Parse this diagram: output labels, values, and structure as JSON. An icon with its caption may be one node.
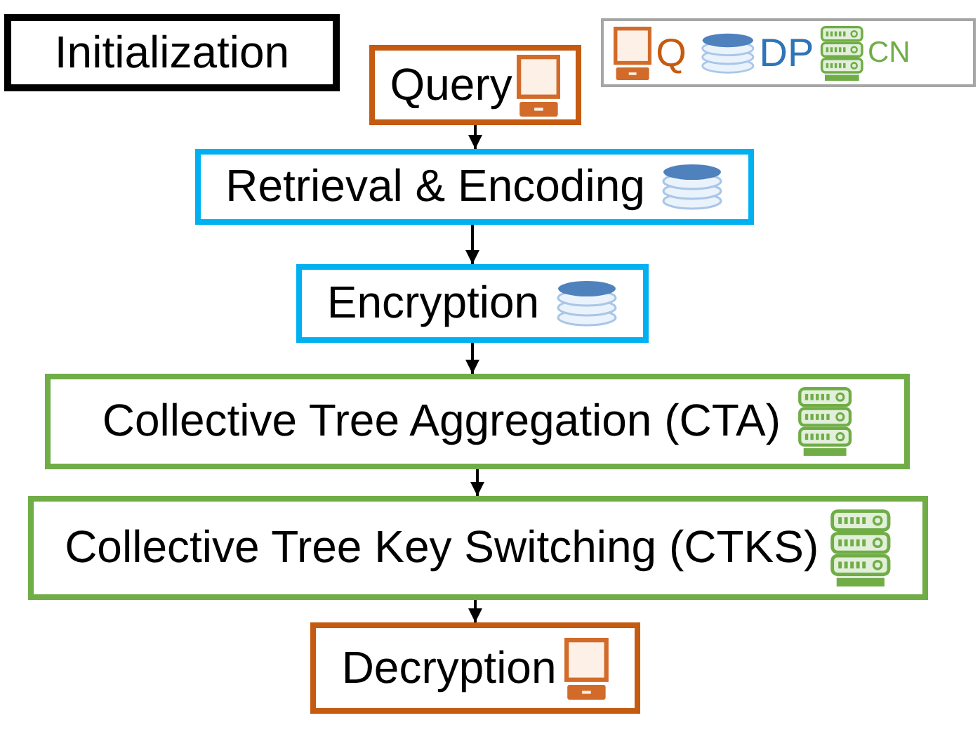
{
  "diagram": {
    "nodes": [
      {
        "text": [
          "Initialization"
        ]
      },
      {
        "text": [
          "Query"
        ]
      },
      {
        "text": [
          "Retrieval & Encoding"
        ]
      },
      {
        "text": [
          "Encryption"
        ]
      },
      {
        "text": [
          "Collective Tree Aggregation (CTA)"
        ]
      },
      {
        "text": [
          "Collective Tree Key Switching (CTKS)"
        ]
      },
      {
        "text": [
          "Decryption"
        ]
      }
    ],
    "edges": [
      {
        "from": 1,
        "to": 2,
        "arrow": "to"
      },
      {
        "from": 2,
        "to": 3,
        "arrow": "to"
      },
      {
        "from": 3,
        "to": 4,
        "arrow": "to"
      },
      {
        "from": 4,
        "to": 5,
        "arrow": "to"
      },
      {
        "from": 5,
        "to": 6,
        "arrow": "to"
      }
    ],
    "legend": [
      {
        "text": "Q"
      },
      {
        "text": "DP"
      },
      {
        "text": "CN"
      }
    ]
  }
}
